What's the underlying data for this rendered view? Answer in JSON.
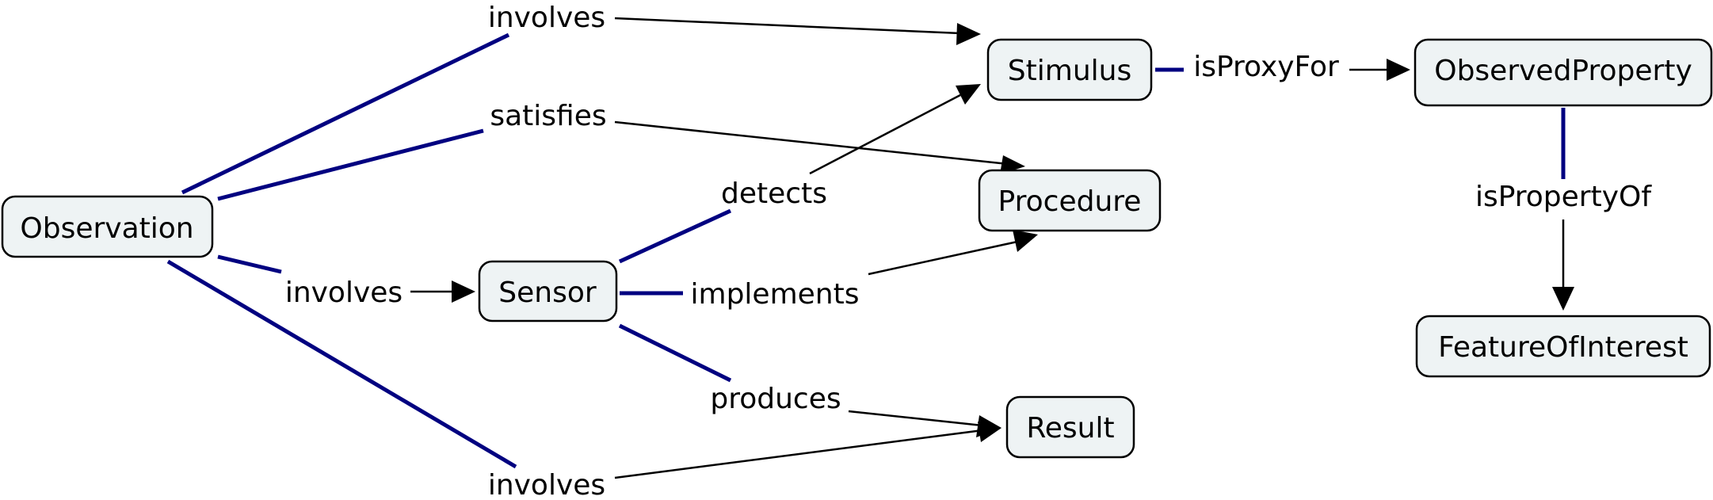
{
  "nodes": {
    "observation": "Observation",
    "sensor": "Sensor",
    "stimulus": "Stimulus",
    "procedure": "Procedure",
    "result": "Result",
    "observed_property": "ObservedProperty",
    "feature_of_interest": "FeatureOfInterest"
  },
  "links": {
    "obs_involves_stimulus": "involves",
    "obs_satisfies_procedure": "satisfies",
    "obs_involves_sensor": "involves",
    "obs_involves_result": "involves",
    "sensor_detects_stimulus": "detects",
    "sensor_implements_procedure": "implements",
    "sensor_produces_result": "produces",
    "stimulus_isproxyfor": "isProxyFor",
    "property_ispropertyof": "isPropertyOf"
  },
  "colors": {
    "node_fill": "#eef3f4",
    "connector_blue": "#000080",
    "arrow_black": "#000000"
  }
}
